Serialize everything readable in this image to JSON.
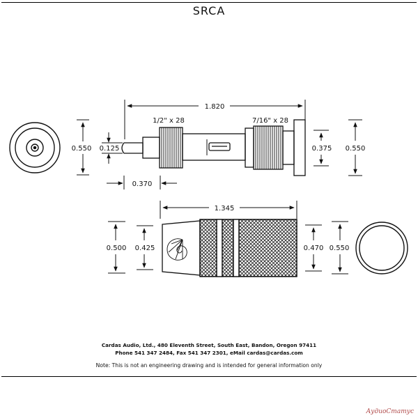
{
  "title": "SRCA",
  "dimensions": {
    "total_length": "1.820",
    "thread_left": "1/2\" x 28",
    "thread_right": "7/16\" x 28",
    "body_dia_left": "0.550",
    "pin_dia": "0.125",
    "inner_dia_right": "0.375",
    "outer_dia_right": "0.550",
    "pin_length": "0.370",
    "sleeve_length": "1.345",
    "sleeve_outer_left": "0.500",
    "sleeve_inner_left": "0.425",
    "sleeve_inner_right": "0.470",
    "sleeve_outer_right": "0.550"
  },
  "footer": {
    "address_line1": "Cardas Audio, Ltd., 480 Eleventh Street, South East, Bandon, Oregon 97411",
    "address_line2": "Phone 541 347 2484, Fax 541 347 2301, eMail cardas@cardas.com",
    "note": "Note: This is not an engineering drawing and is intended for general information only"
  },
  "watermark": "АудиоСтатус",
  "colors": {
    "ink": "#111111",
    "background": "#ffffff",
    "watermark": "#b04a4a"
  }
}
